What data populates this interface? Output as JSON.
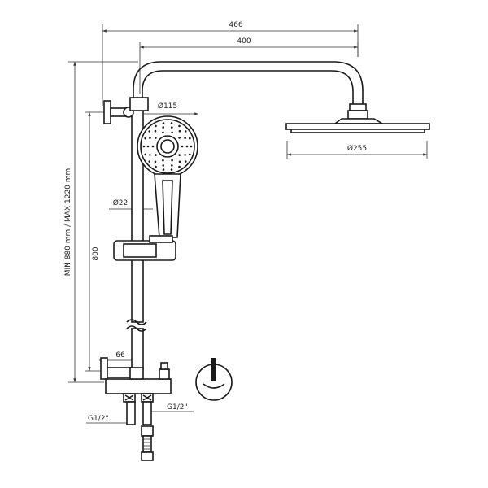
{
  "dimensions": {
    "total_width": "466",
    "arm_length": "400",
    "hand_shower_diameter": "Ø115",
    "head_diameter": "Ø255",
    "rail_diameter": "Ø22",
    "rail_length": "800",
    "height_range": "MIN 880 mm / MAX 1220 mm",
    "center_offset": "66",
    "inlet_left": "G1/2\"",
    "inlet_right": "G1/2\""
  }
}
